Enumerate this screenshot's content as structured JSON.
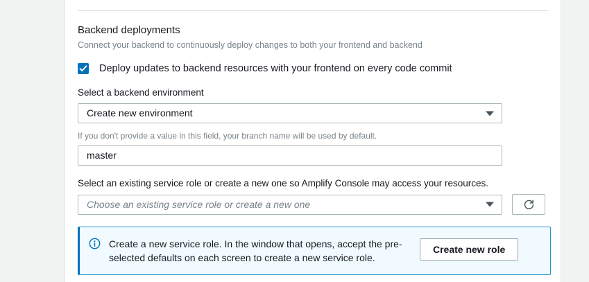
{
  "section": {
    "heading": "Backend deployments",
    "subtitle": "Connect your backend to continuously deploy changes to both your frontend and backend"
  },
  "checkbox": {
    "label": "Deploy updates to backend resources with your frontend on every code commit",
    "checked": true,
    "color": "#0073bb"
  },
  "environment": {
    "label": "Select a backend environment",
    "selected": "Create new environment",
    "caret_icon": "chevron-down-icon"
  },
  "branch": {
    "helper_text": "If you don't provide a value in this field, your branch name will be used by default.",
    "value": "master",
    "placeholder": ""
  },
  "service_role": {
    "label": "Select an existing service role or create a new one so Amplify Console may access your resources.",
    "placeholder": "Choose an existing service role or create a new one",
    "selected": "",
    "caret_icon": "chevron-down-icon",
    "refresh_icon": "refresh-icon"
  },
  "info_alert": {
    "icon": "info-circle-icon",
    "message": "Create a new service role. In the window that opens, accept the pre-selected defaults on each screen to create a new service role.",
    "button_label": "Create new role",
    "accent_color": "#0073bb",
    "background_color": "#f1faff"
  }
}
